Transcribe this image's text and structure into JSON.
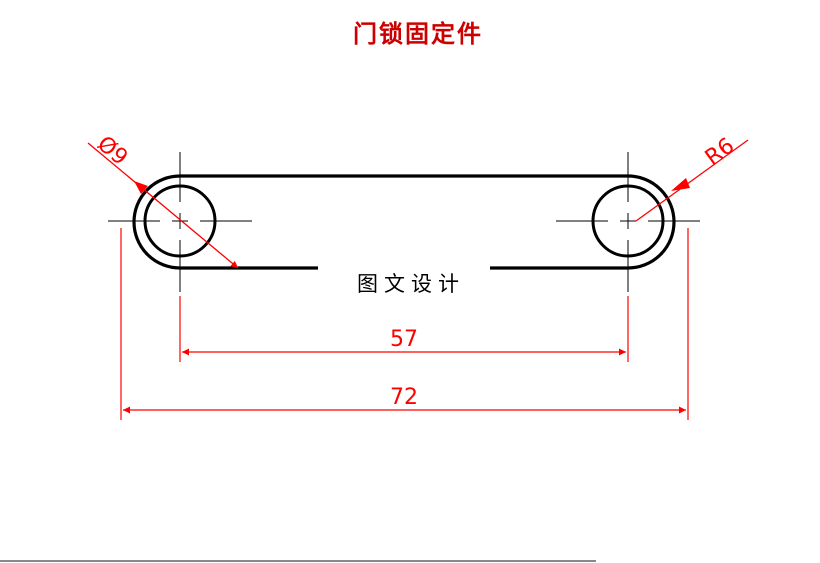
{
  "title": "门锁固定件",
  "watermark": "图文设计",
  "dimensions": {
    "hole_diameter": "Ø9",
    "end_radius": "R6",
    "center_distance": "57",
    "overall_length": "72"
  },
  "colors": {
    "outline": "#000000",
    "dimension": "#ff0000",
    "title": "#cc0000",
    "background": "#ffffff"
  }
}
